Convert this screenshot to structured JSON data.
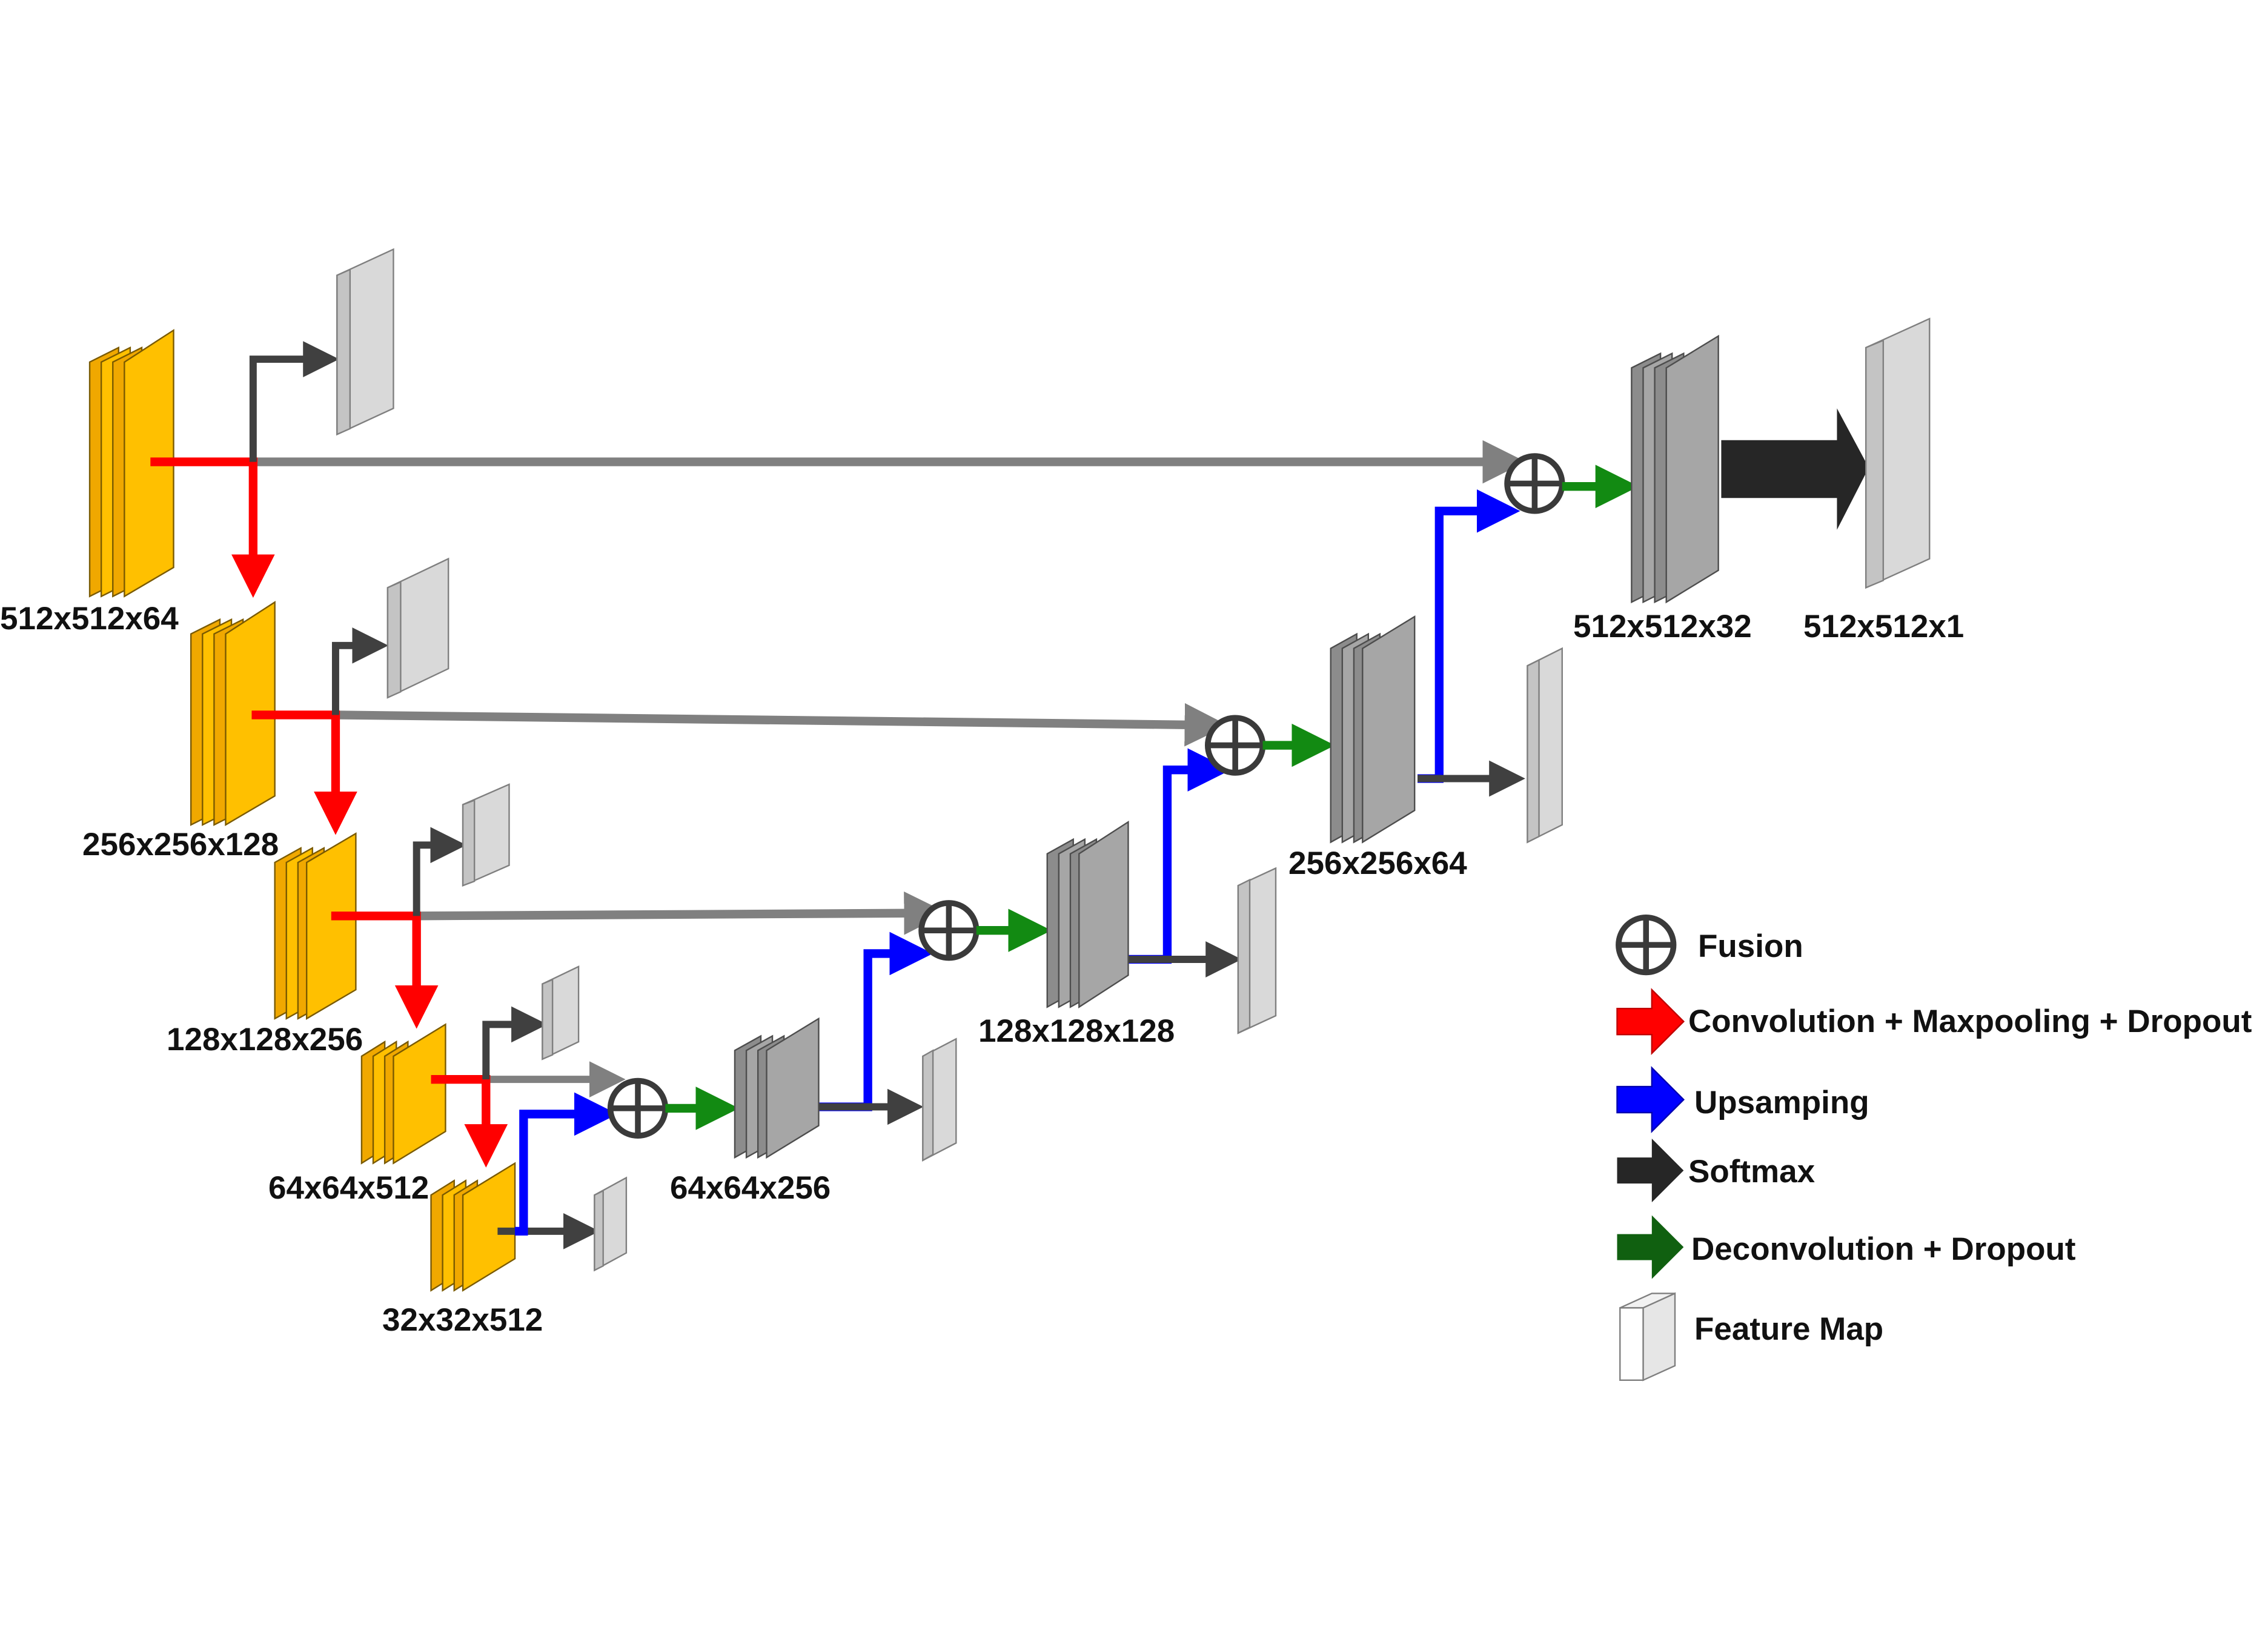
{
  "colors": {
    "encoder_fill": "#FFC000",
    "encoder_side": "#F0A800",
    "decoder_fill": "#A6A6A6",
    "decoder_side": "#8C8C8C",
    "feature_fill": "#D9D9D9",
    "red": "#FF0000",
    "blue": "#0000FF",
    "green": "#128A12",
    "dark": "#404040",
    "gray": "#808080",
    "softmax": "#262626"
  },
  "labels": {
    "enc1": "512x512x64",
    "enc2": "256x256x128",
    "enc3": "128x128x256",
    "enc4": "64x64x512",
    "enc5": "32x32x512",
    "dec4": "64x64x256",
    "dec3": "128x128x128",
    "dec2": "256x256x64",
    "dec1": "512x512x32",
    "out": "512x512x1"
  },
  "legend": {
    "fusion": "Fusion",
    "conv": "Convolution + Maxpooling + Dropout",
    "up": "Upsamping",
    "softmax": "Softmax",
    "deconv": "Deconvolution + Dropout",
    "feature": "Feature Map"
  },
  "icons": {
    "fusion": "circle-plus-icon",
    "conv": "red-arrow-icon",
    "up": "blue-arrow-icon",
    "softmax": "black-arrow-icon",
    "deconv": "green-arrow-icon",
    "feature": "feature-map-icon"
  }
}
